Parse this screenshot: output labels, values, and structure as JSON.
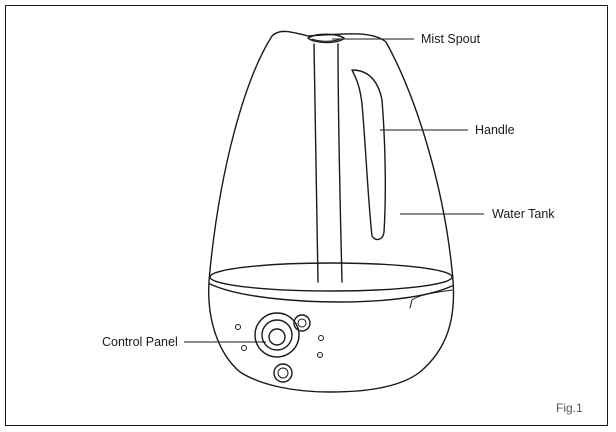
{
  "labels": {
    "mist_spout": "Mist Spout",
    "handle": "Handle",
    "water_tank": "Water Tank",
    "control_panel": "Control Panel"
  },
  "figure_label": "Fig.1"
}
